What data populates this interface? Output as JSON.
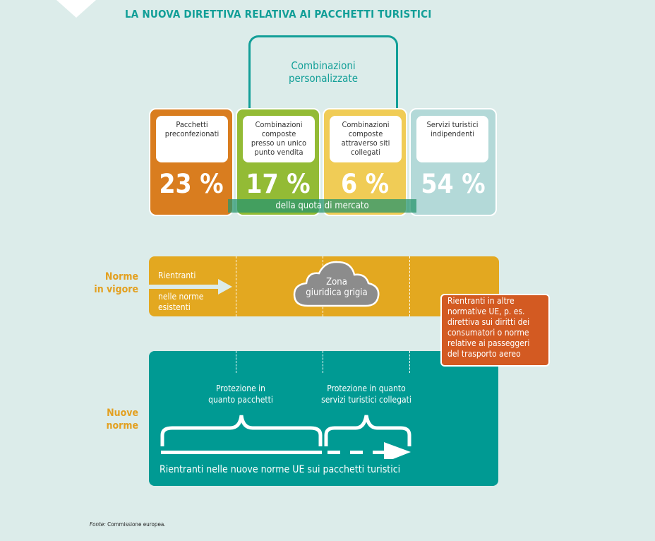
{
  "title": "LA NUOVA DIRETTIVA RELATIVA AI PACCHETTI TURISTICI",
  "bracket_label": [
    "Combinazioni",
    "personalizzate"
  ],
  "cards": [
    {
      "label": [
        "Pacchetti",
        "preconfezionati"
      ],
      "value": "23 %",
      "color": "#d97d1f"
    },
    {
      "label": [
        "Combinazioni",
        "composte",
        "presso un unico",
        "punto vendita"
      ],
      "value": "17 %",
      "color": "#93bb35"
    },
    {
      "label": [
        "Combinazioni",
        "composte",
        "attraverso siti",
        "collegati"
      ],
      "value": "6 %",
      "color": "#f0cc56"
    },
    {
      "label": [
        "Servizi turistici",
        "indipendenti"
      ],
      "value": "54 %",
      "color": "#b3d9d8"
    }
  ],
  "market_share_label": "della quota di mercato",
  "current_rules": {
    "label": [
      "Norme",
      "in vigore"
    ],
    "arrow_top": "Rientranti",
    "arrow_bottom": [
      "nelle norme",
      "esistenti"
    ],
    "cloud": [
      "Zona",
      "giuridica grigia"
    ]
  },
  "other_eu": "Rientranti in altre normative UE, p. es. direttiva sui diritti dei consumatori o norme relative ai passeggeri del trasporto aereo",
  "new_rules": {
    "label": [
      "Nuove",
      "norme"
    ],
    "protection_packages": [
      "Protezione in",
      "quanto pacchetti"
    ],
    "protection_linked": [
      "Protezione in quanto",
      "servizi turistici collegati"
    ],
    "bottom": "Rientranti nelle nuove norme UE sui pacchetti turistici"
  },
  "source_prefix": "Fonte:",
  "source": " Commissione europea."
}
